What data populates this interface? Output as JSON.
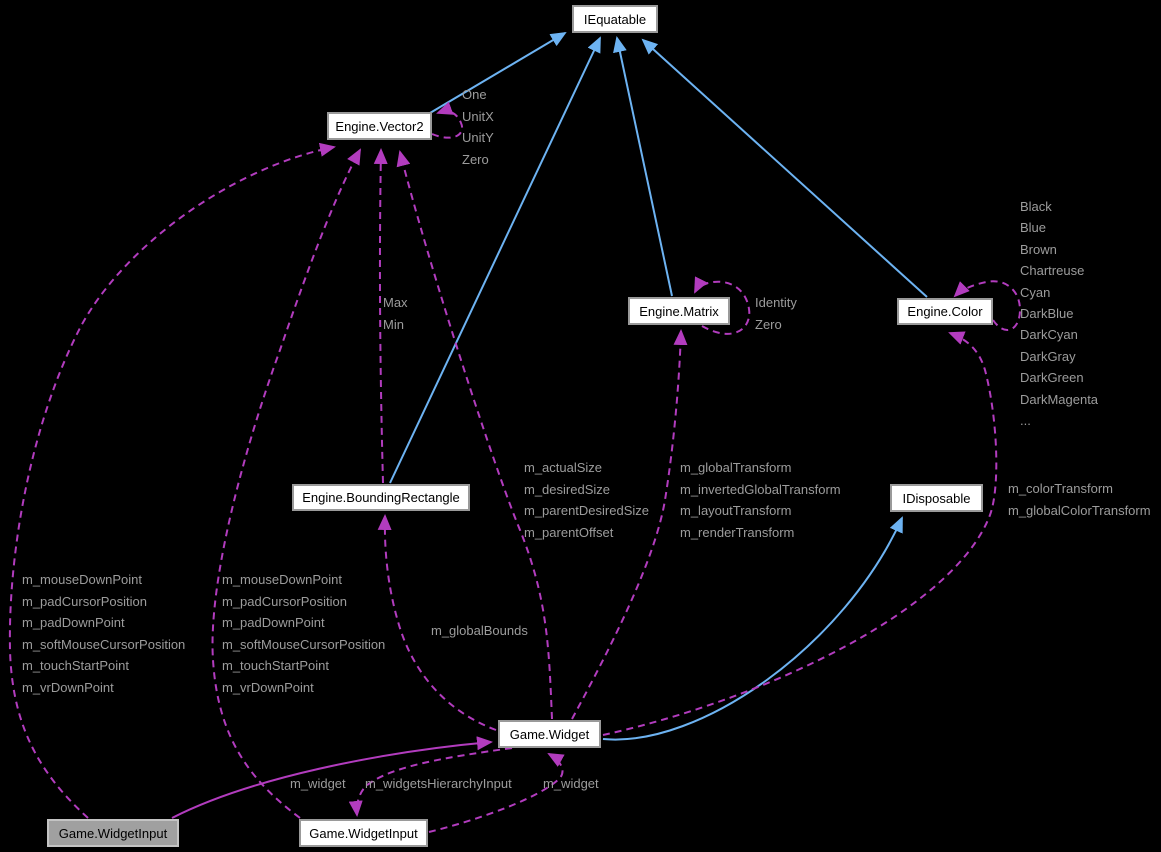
{
  "diagram": {
    "type": "collaboration-graph",
    "nodes": {
      "iequatable": "IEquatable",
      "vector2": "Engine.Vector2",
      "matrix": "Engine.Matrix",
      "color": "Engine.Color",
      "bounding_rectangle": "Engine.BoundingRectangle",
      "idisposable": "IDisposable",
      "widget": "Game.Widget",
      "widget_input_current": "Game.WidgetInput",
      "widget_input": "Game.WidgetInput"
    },
    "edge_labels": {
      "vector2_statics": [
        "One",
        "UnitX",
        "UnitY",
        "Zero"
      ],
      "matrix_statics": [
        "Identity",
        "Zero"
      ],
      "color_statics": [
        "Black",
        "Blue",
        "Brown",
        "Chartreuse",
        "Cyan",
        "DarkBlue",
        "DarkCyan",
        "DarkGray",
        "DarkGreen",
        "DarkMagenta",
        "..."
      ],
      "bounding_rect_members": [
        "Max",
        "Min"
      ],
      "widget_size_members": [
        "m_actualSize",
        "m_desiredSize",
        "m_parentDesiredSize",
        "m_parentOffset"
      ],
      "widget_transform_members": [
        "m_globalTransform",
        "m_invertedGlobalTransform",
        "m_layoutTransform",
        "m_renderTransform"
      ],
      "widget_color_members": [
        "m_colorTransform",
        "m_globalColorTransform"
      ],
      "widget_input_point_members": [
        "m_mouseDownPoint",
        "m_padCursorPosition",
        "m_padDownPoint",
        "m_softMouseCursorPosition",
        "m_touchStartPoint",
        "m_vrDownPoint"
      ],
      "global_bounds": "m_globalBounds",
      "widget_member_left": "m_widget",
      "widgets_hierarchy_input": "m_widgetsHierarchyInput",
      "widget_member_right": "m_widget"
    },
    "colors": {
      "background": "#000000",
      "inheritance_edge": "#6db3f2",
      "usage_edge": "#b23cbe",
      "node_fill": "#ffffff",
      "node_border": "#9a9a9a",
      "current_node_fill": "#a0a0a0",
      "label_text": "#9c9c9c"
    }
  }
}
